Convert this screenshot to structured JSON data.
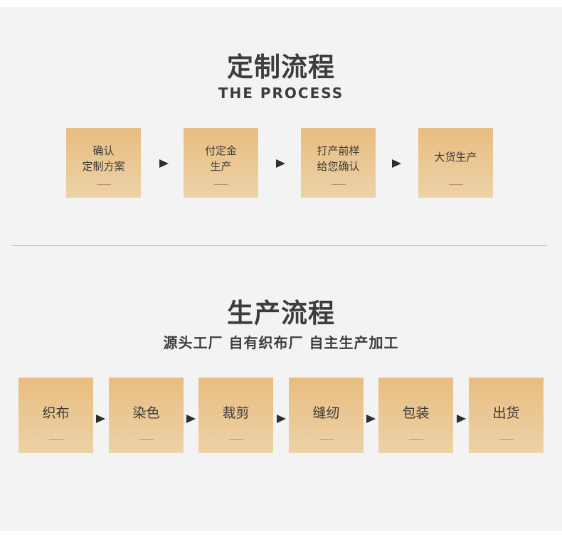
{
  "custom": {
    "title": "定制流程",
    "subtitle": "THE PROCESS",
    "steps": [
      "确认\n定制方案",
      "付定金\n生产",
      "打产前样\n给您确认",
      "大货生产"
    ],
    "dash": "—"
  },
  "production": {
    "title": "生产流程",
    "subtitle": "源头工厂  自有织布厂  自主生产加工",
    "steps": [
      "织布",
      "染色",
      "裁剪",
      "缝纫",
      "包装",
      "出货"
    ]
  },
  "colors": {
    "panel": "#f3f3f3",
    "box_top": "#e8bd7f",
    "box_bottom": "#edd2a8",
    "text": "#3d3d3d",
    "arrow": "#2e2e2e"
  },
  "icons": {
    "step_arrow": "arrow-right-icon"
  }
}
